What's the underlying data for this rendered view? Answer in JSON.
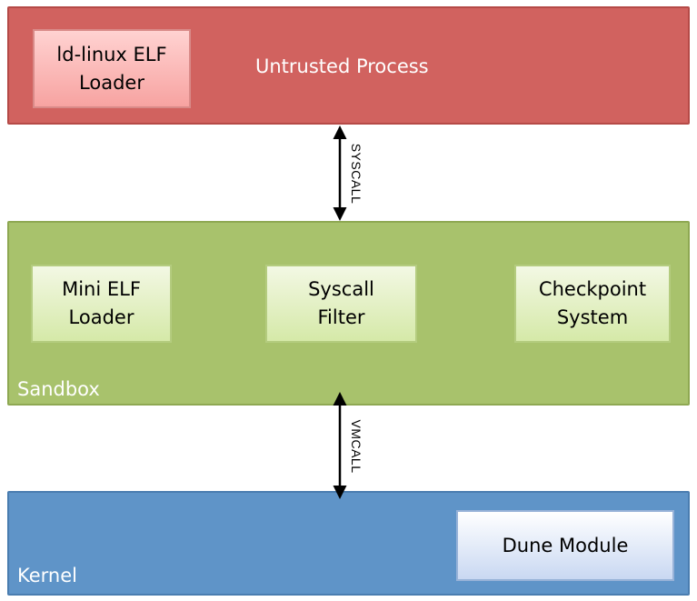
{
  "untrusted_layer": {
    "title": "Untrusted Process",
    "loader": "ld-linux ELF\nLoader",
    "color": "#d1625f"
  },
  "sandbox_layer": {
    "title": "Sandbox",
    "components": [
      {
        "label": "Mini ELF\nLoader"
      },
      {
        "label": "Syscall\nFilter"
      },
      {
        "label": "Checkpoint\nSystem"
      }
    ],
    "color": "#a8c26c"
  },
  "kernel_layer": {
    "title": "Kernel",
    "module": "Dune Module",
    "color": "#5f94c8"
  },
  "arrows": {
    "syscall": "SYSCALL",
    "vmcall": "VMCALL"
  }
}
